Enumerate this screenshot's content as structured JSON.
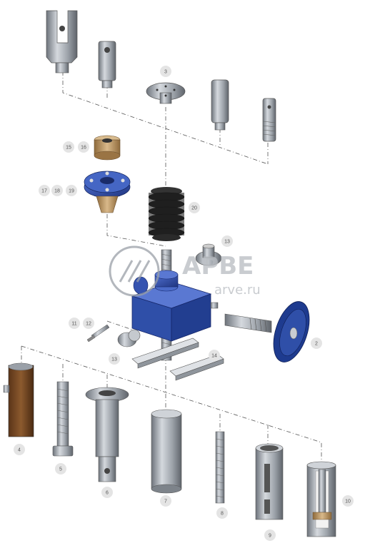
{
  "watermark": {
    "brand": "АРВЕ",
    "site": "arve.ru"
  },
  "callouts": [
    {
      "id": "c3",
      "label": "3"
    },
    {
      "id": "c15",
      "label": "15"
    },
    {
      "id": "c16",
      "label": "16"
    },
    {
      "id": "c17",
      "label": "17"
    },
    {
      "id": "c18",
      "label": "18"
    },
    {
      "id": "c19",
      "label": "19"
    },
    {
      "id": "c20",
      "label": "20"
    },
    {
      "id": "c13a",
      "label": "13"
    },
    {
      "id": "c11",
      "label": "11"
    },
    {
      "id": "c12",
      "label": "12"
    },
    {
      "id": "c13b",
      "label": "13"
    },
    {
      "id": "c14",
      "label": "14"
    },
    {
      "id": "c2",
      "label": "2"
    },
    {
      "id": "c4",
      "label": "4"
    },
    {
      "id": "c5",
      "label": "5"
    },
    {
      "id": "c6",
      "label": "6"
    },
    {
      "id": "c7",
      "label": "7"
    },
    {
      "id": "c8",
      "label": "8"
    },
    {
      "id": "c9",
      "label": "9"
    },
    {
      "id": "c10",
      "label": "10"
    }
  ],
  "colors": {
    "steel": "#9aa0a8",
    "blue": "#2f4fa8",
    "bronze": "#b89466",
    "black": "#222222",
    "badge": "#e4e4e4"
  }
}
